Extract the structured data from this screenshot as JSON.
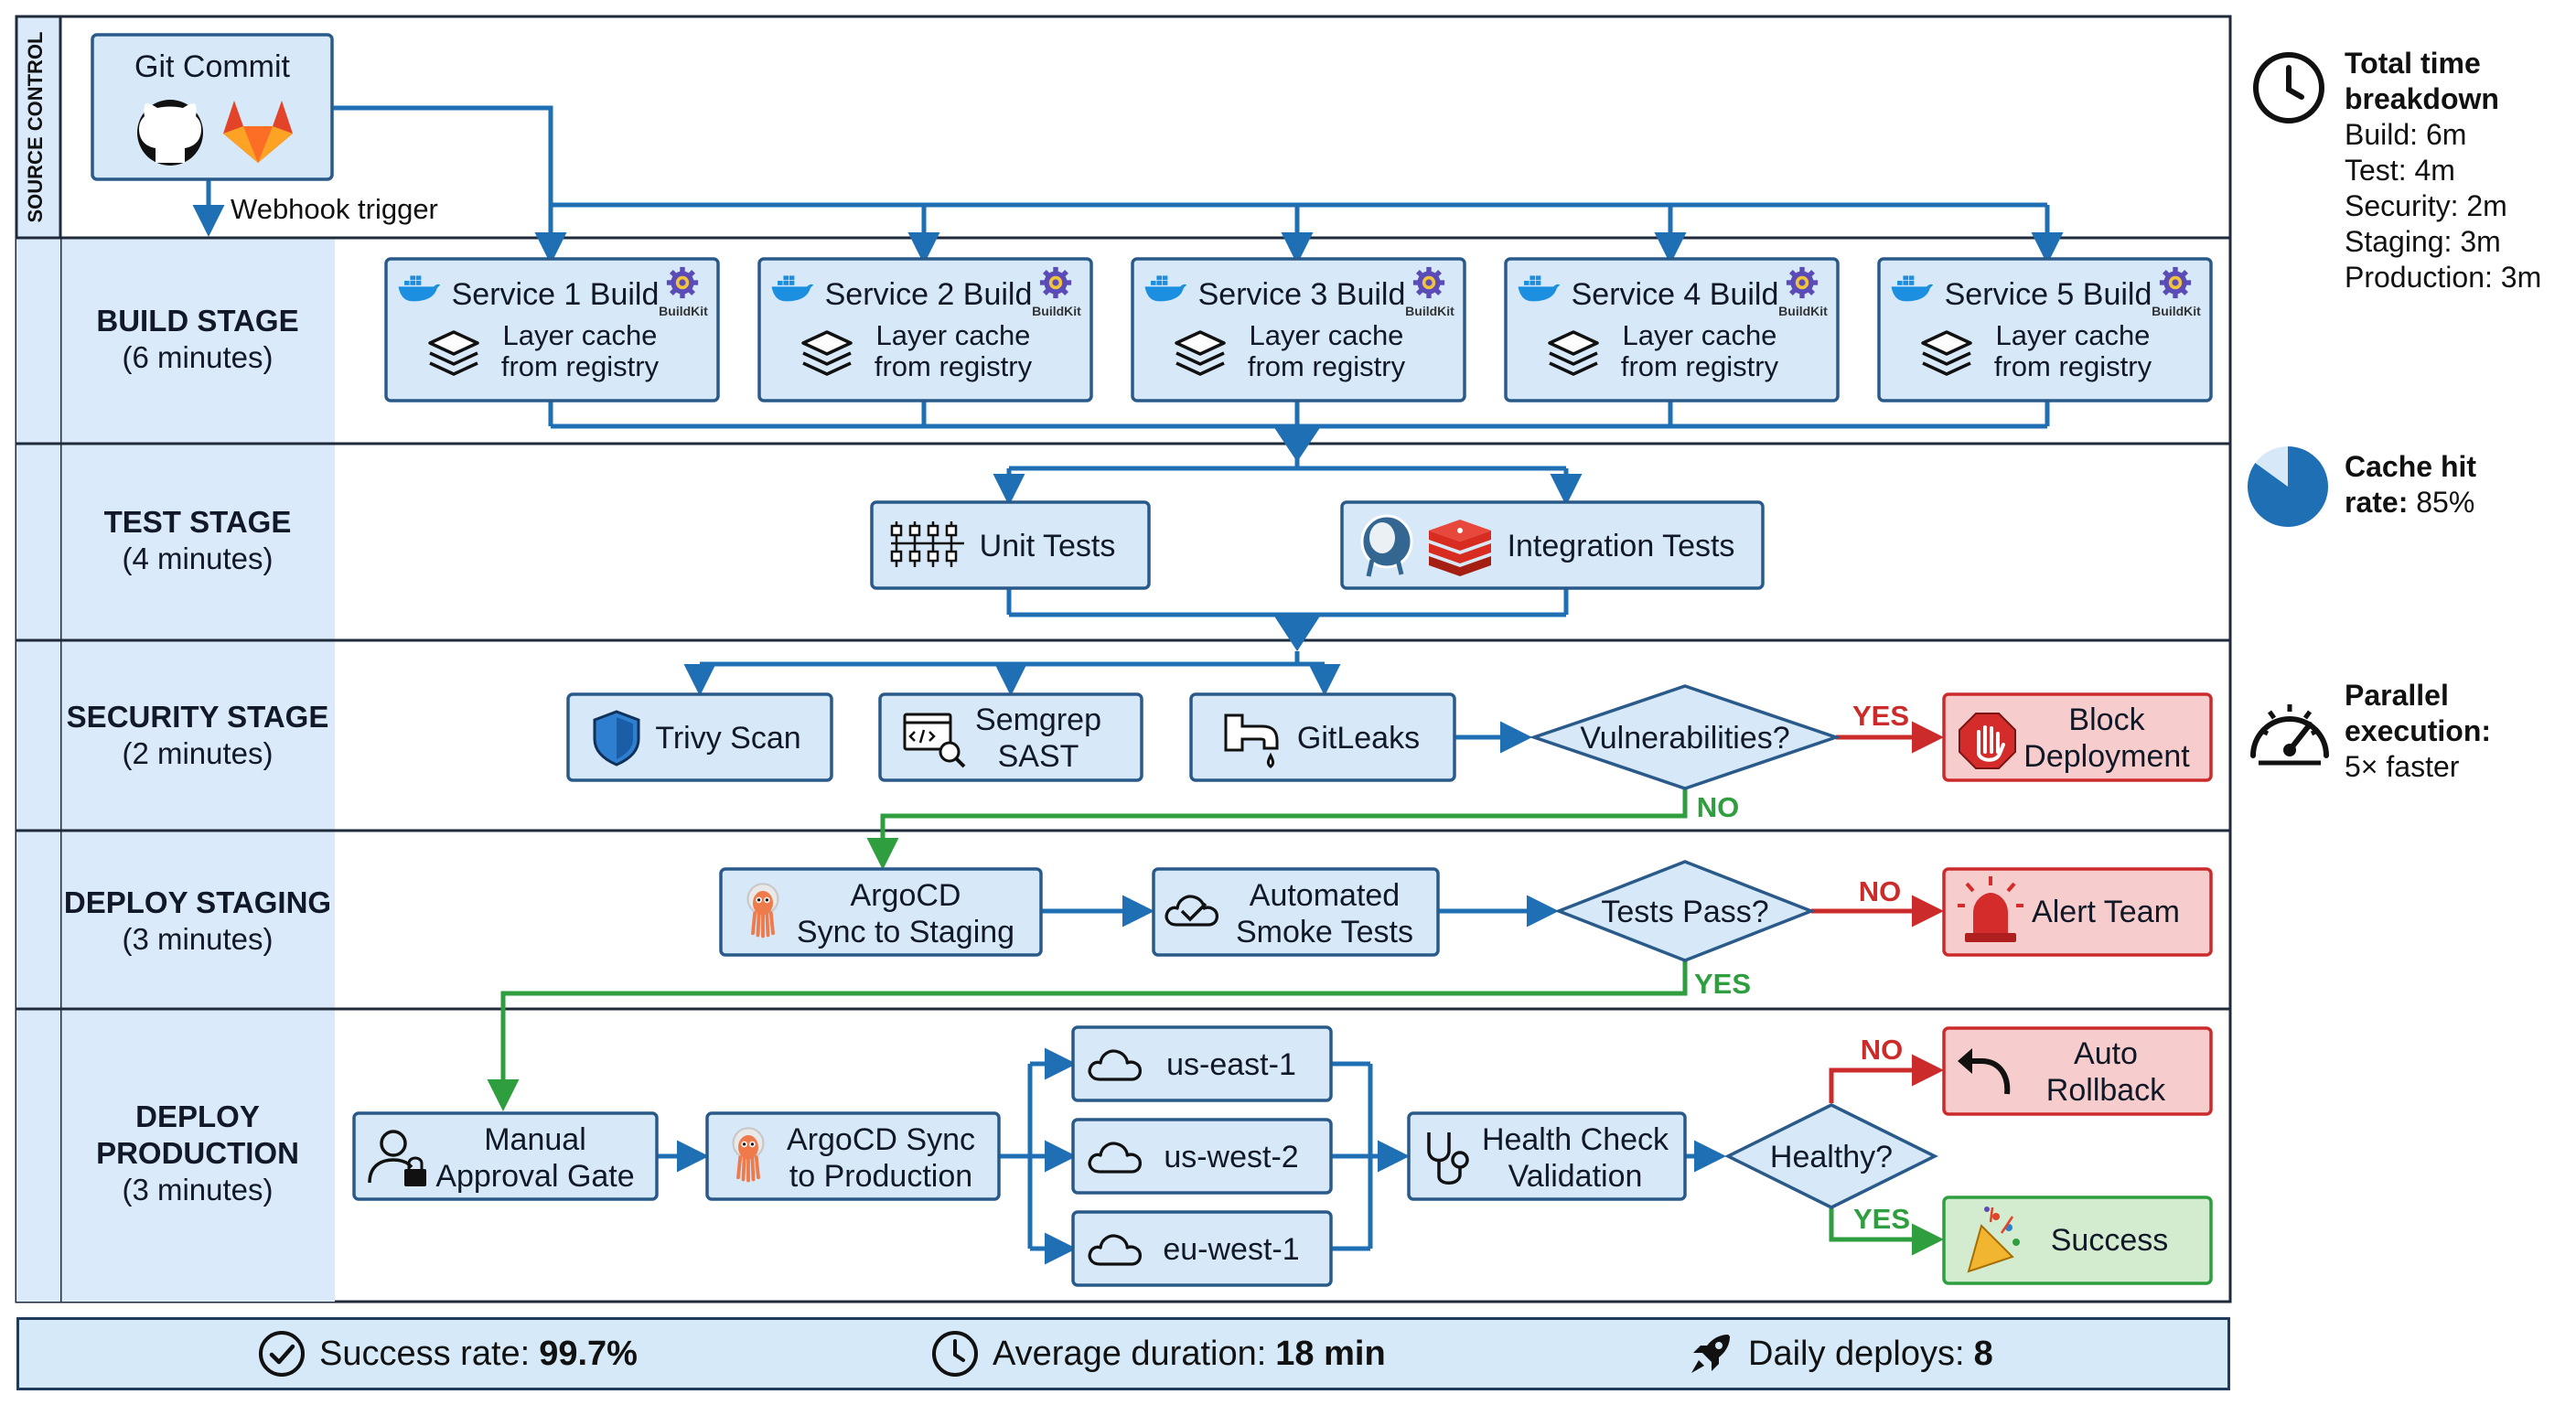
{
  "source_control": {
    "label": "SOURCE CONTROL",
    "git_commit": "Git Commit",
    "webhook": "Webhook trigger"
  },
  "stages": {
    "build": {
      "title": "BUILD STAGE",
      "duration": "(6 minutes)"
    },
    "test": {
      "title": "TEST STAGE",
      "duration": "(4 minutes)"
    },
    "security": {
      "title": "SECURITY STAGE",
      "duration": "(2 minutes)"
    },
    "staging": {
      "title": "DEPLOY STAGING",
      "duration": "(3 minutes)"
    },
    "production": {
      "title1": "DEPLOY",
      "title2": "PRODUCTION",
      "duration": "(3 minutes)"
    }
  },
  "build": {
    "services": [
      "Service 1 Build",
      "Service 2 Build",
      "Service 3 Build",
      "Service 4 Build",
      "Service 5 Build"
    ],
    "cache_line1": "Layer cache",
    "cache_line2": "from registry",
    "buildkit_tag": "BuildKit"
  },
  "test": {
    "unit": "Unit Tests",
    "integration": "Integration Tests"
  },
  "security": {
    "trivy": "Trivy Scan",
    "semgrep_line1": "Semgrep",
    "semgrep_line2": "SAST",
    "gitleaks": "GitLeaks",
    "decision": "Vulnerabilities?",
    "yes": "YES",
    "no": "NO",
    "block_line1": "Block",
    "block_line2": "Deployment"
  },
  "staging": {
    "argocd_line1": "ArgoCD",
    "argocd_line2": "Sync to Staging",
    "smoke_line1": "Automated",
    "smoke_line2": "Smoke Tests",
    "decision": "Tests Pass?",
    "no": "NO",
    "yes": "YES",
    "alert": "Alert Team"
  },
  "production": {
    "approval_line1": "Manual",
    "approval_line2": "Approval Gate",
    "argocd_line1": "ArgoCD Sync",
    "argocd_line2": "to Production",
    "regions": [
      "us-east-1",
      "us-west-2",
      "eu-west-1"
    ],
    "health_line1": "Health Check",
    "health_line2": "Validation",
    "decision": "Healthy?",
    "no": "NO",
    "yes": "YES",
    "rollback_line1": "Auto",
    "rollback_line2": "Rollback",
    "success": "Success"
  },
  "side_panel": {
    "time_title1": "Total time",
    "time_title2": "breakdown",
    "time_items": [
      "Build: 6m",
      "Test: 4m",
      "Security: 2m",
      "Staging: 3m",
      "Production: 3m"
    ],
    "cache_title1": "Cache hit",
    "cache_title2_bold": "rate:",
    "cache_value": "85%",
    "cache_hit_fraction": 0.85,
    "parallel_title1": "Parallel",
    "parallel_title2": "execution:",
    "parallel_value": "5× faster"
  },
  "bottom_bar": {
    "success_label": "Success rate:",
    "success_value": "99.7%",
    "duration_label": "Average duration:",
    "duration_value": "18 min",
    "deploys_label": "Daily deploys:",
    "deploys_value": "8"
  },
  "colors": {
    "flow_blue": "#1f6fb5",
    "node_fill": "#d7e9f8",
    "node_border": "#2a5a8a",
    "lane_label_fill": "#dbeafa",
    "green": "#2e9e3f",
    "red": "#cc2b2b",
    "red_fill": "#f6cccc",
    "green_fill": "#d3ecd0",
    "docker_blue": "#1d8fe1",
    "gitlab_orange": "#e24329",
    "redis_red": "#d82c20",
    "argo_orange": "#ef7b4d"
  }
}
